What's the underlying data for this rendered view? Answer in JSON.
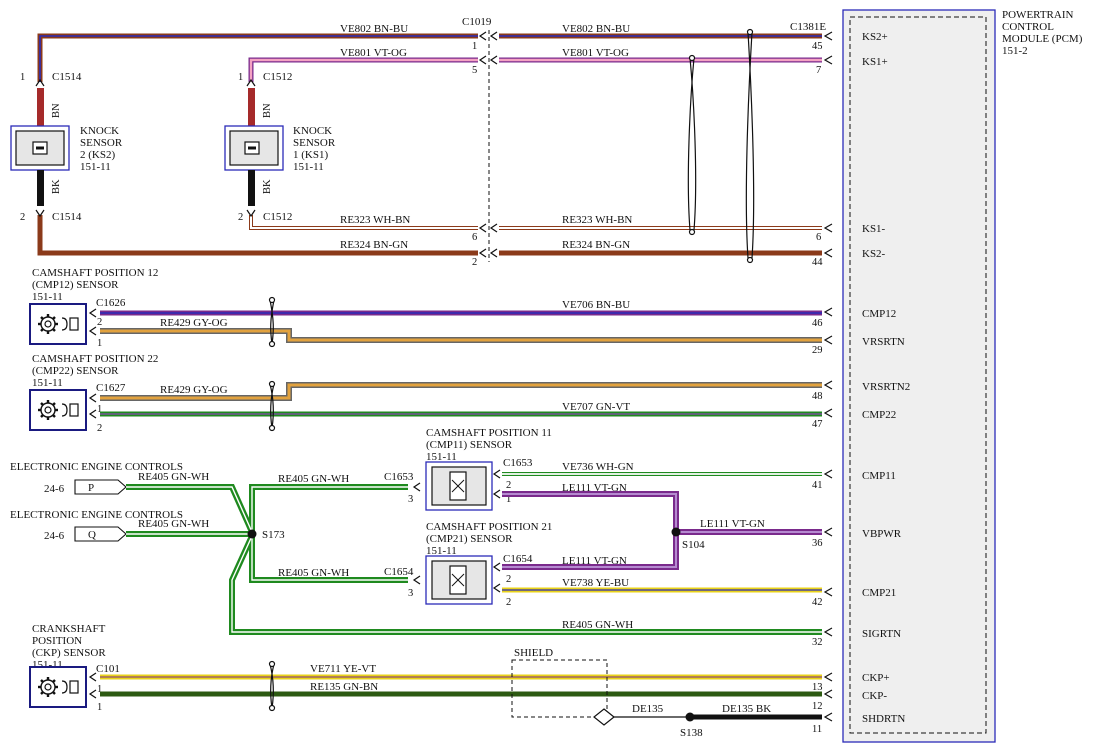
{
  "pcm": {
    "title": [
      "POWERTRAIN",
      "CONTROL",
      "MODULE (PCM)",
      "151-2"
    ],
    "pins": [
      "KS2+",
      "KS1+",
      "KS1-",
      "KS2-",
      "CMP12",
      "VRSRTN",
      "VRSRTN2",
      "CMP22",
      "CMP11",
      "VBPWR",
      "CMP21",
      "SIGRTN",
      "CKP+",
      "CKP-",
      "SHDRTN"
    ]
  },
  "connectors": {
    "c1019": "C1019",
    "c1381e": "C1381E",
    "c1514": "C1514",
    "c1512": "C1512",
    "c1626": "C1626",
    "c1627": "C1627",
    "c1653": "C1653",
    "c1654": "C1654",
    "c101": "C101"
  },
  "splices": {
    "s173": "S173",
    "s104": "S104",
    "s138": "S138",
    "shield": "SHIELD"
  },
  "components": {
    "ks2": [
      "KNOCK",
      "SENSOR",
      "2 (KS2)",
      "151-11"
    ],
    "ks1": [
      "KNOCK",
      "SENSOR",
      "1 (KS1)",
      "151-11"
    ],
    "cmp12": [
      "CAMSHAFT POSITION 12",
      "(CMP12) SENSOR",
      "151-11"
    ],
    "cmp22": [
      "CAMSHAFT POSITION 22",
      "(CMP22) SENSOR",
      "151-11"
    ],
    "cmp11": [
      "CAMSHAFT POSITION 11",
      "(CMP11) SENSOR",
      "151-11"
    ],
    "cmp21": [
      "CAMSHAFT POSITION 21",
      "(CMP21) SENSOR",
      "151-11"
    ],
    "ckp": [
      "CRANKSHAFT",
      "POSITION",
      "(CKP) SENSOR",
      "151-11"
    ],
    "eec": "ELECTRONIC ENGINE CONTROLS"
  },
  "refs": {
    "p_ref": "24-6",
    "p_letter": "P",
    "q_ref": "24-6",
    "q_letter": "Q"
  },
  "wires": {
    "ve802": "VE802  BN-BU",
    "ve801": "VE801  VT-OG",
    "re323": "RE323  WH-BN",
    "re324": "RE324  BN-GN",
    "ve706": "VE706  BN-BU",
    "re429": "RE429  GY-OG",
    "ve707": "VE707  GN-VT",
    "re405": "RE405  GN-WH",
    "ve736": "VE736  WH-GN",
    "le111": "LE111  VT-GN",
    "ve738": "VE738  YE-BU",
    "ve711": "VE711  YE-VT",
    "re135": "RE135  GN-BN",
    "de135": "DE135",
    "de135bk": "DE135  BK",
    "bn": "BN",
    "bk": "BK"
  },
  "pin_numbers": {
    "c1019": [
      "1",
      "5",
      "6",
      "2"
    ],
    "pcm": [
      "45",
      "7",
      "6",
      "44",
      "46",
      "29",
      "48",
      "47",
      "41",
      "36",
      "42",
      "32",
      "13",
      "12",
      "11"
    ],
    "sensors": [
      "1",
      "2",
      "1",
      "2",
      "2",
      "1",
      "1",
      "2",
      "2",
      "3",
      "1",
      "3",
      "2",
      "2",
      "1"
    ]
  },
  "colors": {
    "bn": "#8b3a1a",
    "bu": "#2b2bb8",
    "vt": "#7a2a8c",
    "og": "#f08a5a",
    "wh": "#ffffff",
    "gn": "#1f8a1f",
    "gy": "#9a9a9a",
    "ye": "#e8d21a",
    "bk": "#111111",
    "pcm_fill": "#efefef"
  }
}
